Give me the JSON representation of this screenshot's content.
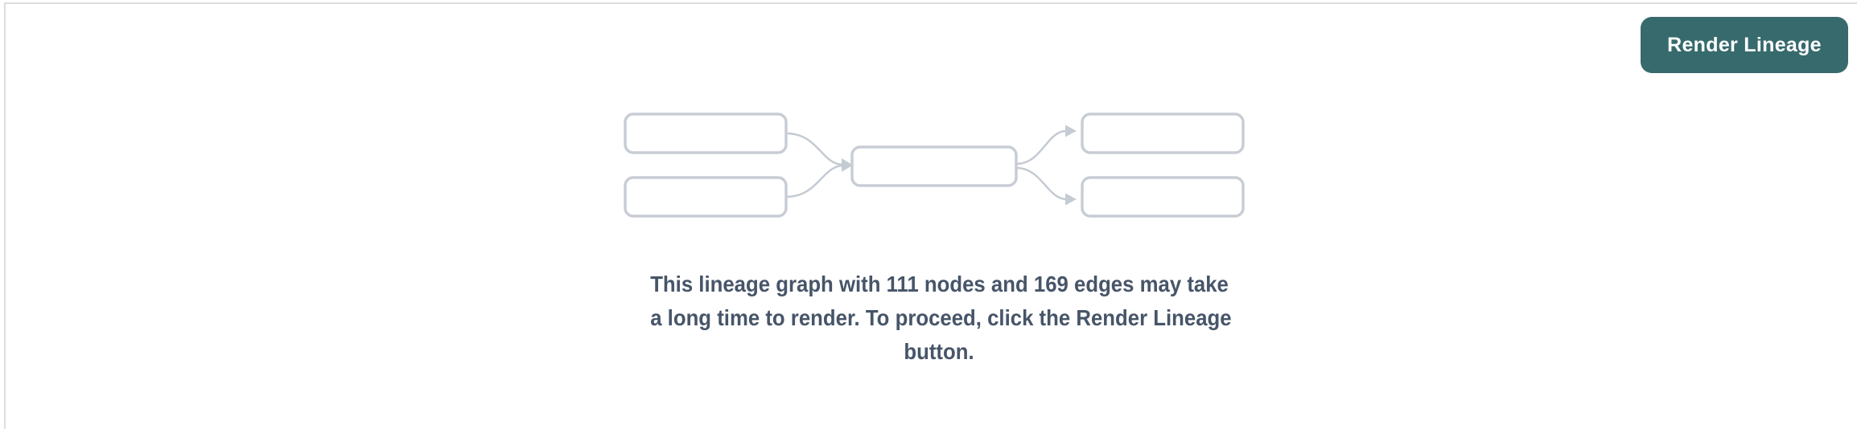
{
  "header": {
    "render_button_label": "Render Lineage"
  },
  "empty_state": {
    "node_count": "111",
    "edge_count": "169",
    "message_lines": [
      "This lineage graph with 111 nodes and 169 edges may take",
      "a long time to render. To proceed, click the Render Lineage",
      "button."
    ]
  },
  "graphic": {
    "description": "placeholder lineage graph: 2 source nodes, 1 middle node, 2 target nodes connected by curved arrows"
  },
  "colors": {
    "accent_teal": "#376a6d",
    "button_text": "#ffffff",
    "node_stroke": "#c8cdd5",
    "edge_stroke": "#c5cbd3",
    "message_text": "#475569",
    "pane_border": "#dcdde0"
  }
}
